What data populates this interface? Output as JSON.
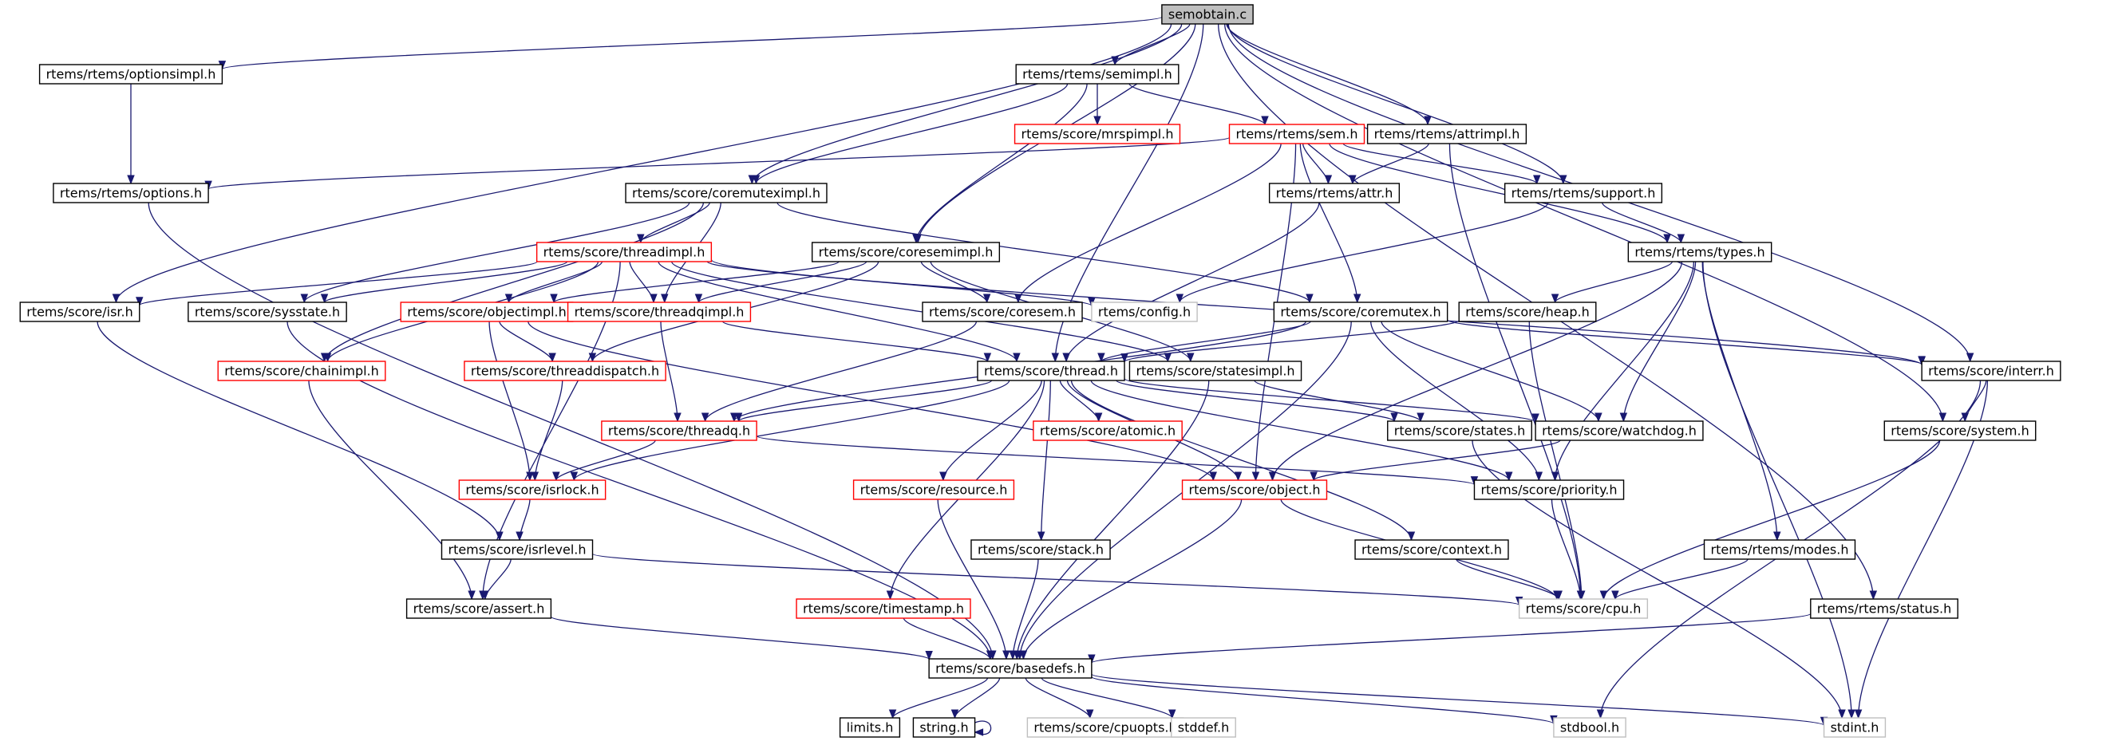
{
  "graph": {
    "colors": {
      "edge": "#191970",
      "root_fill": "#bfbfbf",
      "root_border": "#000000",
      "node_border": "#000000",
      "truncated_border": "#ff0000",
      "system_border": "#bfbfbf",
      "text": "#000000"
    },
    "nodes": [
      {
        "id": "semobtain",
        "label": "semobtain.c",
        "style": "root"
      },
      {
        "id": "optionsimpl",
        "label": "rtems/rtems/optionsimpl.h",
        "style": "normal"
      },
      {
        "id": "semimpl",
        "label": "rtems/rtems/semimpl.h",
        "style": "normal"
      },
      {
        "id": "mrspimpl",
        "label": "rtems/score/mrspimpl.h",
        "style": "truncated"
      },
      {
        "id": "sem",
        "label": "rtems/rtems/sem.h",
        "style": "truncated"
      },
      {
        "id": "attrimpl",
        "label": "rtems/rtems/attrimpl.h",
        "style": "normal"
      },
      {
        "id": "options",
        "label": "rtems/rtems/options.h",
        "style": "normal"
      },
      {
        "id": "coremuteximpl",
        "label": "rtems/score/coremuteximpl.h",
        "style": "normal"
      },
      {
        "id": "attr",
        "label": "rtems/rtems/attr.h",
        "style": "normal"
      },
      {
        "id": "support",
        "label": "rtems/rtems/support.h",
        "style": "normal"
      },
      {
        "id": "threadimpl",
        "label": "rtems/score/threadimpl.h",
        "style": "truncated"
      },
      {
        "id": "coresemimpl",
        "label": "rtems/score/coresemimpl.h",
        "style": "normal"
      },
      {
        "id": "types",
        "label": "rtems/rtems/types.h",
        "style": "normal"
      },
      {
        "id": "isr",
        "label": "rtems/score/isr.h",
        "style": "normal"
      },
      {
        "id": "sysstate",
        "label": "rtems/score/sysstate.h",
        "style": "normal"
      },
      {
        "id": "objectimpl",
        "label": "rtems/score/objectimpl.h",
        "style": "truncated"
      },
      {
        "id": "threadqimpl",
        "label": "rtems/score/threadqimpl.h",
        "style": "truncated"
      },
      {
        "id": "coresem",
        "label": "rtems/score/coresem.h",
        "style": "normal"
      },
      {
        "id": "config",
        "label": "rtems/config.h",
        "style": "system"
      },
      {
        "id": "coremutex",
        "label": "rtems/score/coremutex.h",
        "style": "normal"
      },
      {
        "id": "heap",
        "label": "rtems/score/heap.h",
        "style": "normal"
      },
      {
        "id": "chainimpl",
        "label": "rtems/score/chainimpl.h",
        "style": "truncated"
      },
      {
        "id": "threaddispatch",
        "label": "rtems/score/threaddispatch.h",
        "style": "truncated"
      },
      {
        "id": "thread",
        "label": "rtems/score/thread.h",
        "style": "normal"
      },
      {
        "id": "statesimpl",
        "label": "rtems/score/statesimpl.h",
        "style": "normal"
      },
      {
        "id": "interr",
        "label": "rtems/score/interr.h",
        "style": "normal"
      },
      {
        "id": "threadq",
        "label": "rtems/score/threadq.h",
        "style": "truncated"
      },
      {
        "id": "atomic",
        "label": "rtems/score/atomic.h",
        "style": "truncated"
      },
      {
        "id": "states",
        "label": "rtems/score/states.h",
        "style": "normal"
      },
      {
        "id": "watchdog",
        "label": "rtems/score/watchdog.h",
        "style": "normal"
      },
      {
        "id": "system",
        "label": "rtems/score/system.h",
        "style": "normal"
      },
      {
        "id": "isrlock",
        "label": "rtems/score/isrlock.h",
        "style": "truncated"
      },
      {
        "id": "resource",
        "label": "rtems/score/resource.h",
        "style": "truncated"
      },
      {
        "id": "object",
        "label": "rtems/score/object.h",
        "style": "truncated"
      },
      {
        "id": "priority",
        "label": "rtems/score/priority.h",
        "style": "normal"
      },
      {
        "id": "isrlevel",
        "label": "rtems/score/isrlevel.h",
        "style": "normal"
      },
      {
        "id": "stack",
        "label": "rtems/score/stack.h",
        "style": "normal"
      },
      {
        "id": "context",
        "label": "rtems/score/context.h",
        "style": "normal"
      },
      {
        "id": "modes",
        "label": "rtems/rtems/modes.h",
        "style": "normal"
      },
      {
        "id": "assert",
        "label": "rtems/score/assert.h",
        "style": "normal"
      },
      {
        "id": "timestamp",
        "label": "rtems/score/timestamp.h",
        "style": "truncated"
      },
      {
        "id": "cpu",
        "label": "rtems/score/cpu.h",
        "style": "system"
      },
      {
        "id": "status",
        "label": "rtems/rtems/status.h",
        "style": "normal"
      },
      {
        "id": "basedefs",
        "label": "rtems/score/basedefs.h",
        "style": "normal"
      },
      {
        "id": "limits",
        "label": "limits.h",
        "style": "normal"
      },
      {
        "id": "string",
        "label": "string.h",
        "style": "normal"
      },
      {
        "id": "cpuopts",
        "label": "rtems/score/cpuopts.h",
        "style": "system"
      },
      {
        "id": "stddef",
        "label": "stddef.h",
        "style": "system"
      },
      {
        "id": "stdbool",
        "label": "stdbool.h",
        "style": "system"
      },
      {
        "id": "stdint",
        "label": "stdint.h",
        "style": "system"
      }
    ],
    "edges": [
      [
        "semobtain",
        "optionsimpl"
      ],
      [
        "semobtain",
        "semimpl"
      ],
      [
        "semobtain",
        "attrimpl"
      ],
      [
        "semobtain",
        "coremuteximpl"
      ],
      [
        "semobtain",
        "coresemimpl"
      ],
      [
        "semobtain",
        "support"
      ],
      [
        "semobtain",
        "isr"
      ],
      [
        "semobtain",
        "thread"
      ],
      [
        "semobtain",
        "interr"
      ],
      [
        "semobtain",
        "system"
      ],
      [
        "semobtain",
        "status"
      ],
      [
        "optionsimpl",
        "options"
      ],
      [
        "semimpl",
        "mrspimpl"
      ],
      [
        "semimpl",
        "sem"
      ],
      [
        "semimpl",
        "coremuteximpl"
      ],
      [
        "semimpl",
        "coresemimpl"
      ],
      [
        "sem",
        "options"
      ],
      [
        "sem",
        "attr"
      ],
      [
        "sem",
        "support"
      ],
      [
        "sem",
        "types"
      ],
      [
        "sem",
        "coremutex"
      ],
      [
        "sem",
        "coresem"
      ],
      [
        "sem",
        "object"
      ],
      [
        "attrimpl",
        "attr"
      ],
      [
        "attrimpl",
        "cpu"
      ],
      [
        "options",
        "basedefs"
      ],
      [
        "coremuteximpl",
        "threadimpl"
      ],
      [
        "coremuteximpl",
        "coremutex"
      ],
      [
        "coremuteximpl",
        "chainimpl"
      ],
      [
        "coremuteximpl",
        "sysstate"
      ],
      [
        "coremuteximpl",
        "threadqimpl"
      ],
      [
        "attr",
        "thread"
      ],
      [
        "support",
        "types"
      ],
      [
        "support",
        "config"
      ],
      [
        "threadimpl",
        "isr"
      ],
      [
        "threadimpl",
        "sysstate"
      ],
      [
        "threadimpl",
        "objectimpl"
      ],
      [
        "threadimpl",
        "threadqimpl"
      ],
      [
        "threadimpl",
        "chainimpl"
      ],
      [
        "threadimpl",
        "config"
      ],
      [
        "threadimpl",
        "thread"
      ],
      [
        "threadimpl",
        "statesimpl"
      ],
      [
        "threadimpl",
        "interr"
      ],
      [
        "threadimpl",
        "assert"
      ],
      [
        "coresemimpl",
        "coresem"
      ],
      [
        "coresemimpl",
        "objectimpl"
      ],
      [
        "coresemimpl",
        "threadqimpl"
      ],
      [
        "coresemimpl",
        "threaddispatch"
      ],
      [
        "coresemimpl",
        "statesimpl"
      ],
      [
        "types",
        "heap"
      ],
      [
        "types",
        "watchdog"
      ],
      [
        "types",
        "object"
      ],
      [
        "types",
        "priority"
      ],
      [
        "types",
        "modes"
      ],
      [
        "types",
        "stdint"
      ],
      [
        "isr",
        "isrlevel"
      ],
      [
        "sysstate",
        "basedefs"
      ],
      [
        "objectimpl",
        "threaddispatch"
      ],
      [
        "objectimpl",
        "isrlock"
      ],
      [
        "objectimpl",
        "object"
      ],
      [
        "threadqimpl",
        "threadq"
      ],
      [
        "threadqimpl",
        "thread"
      ],
      [
        "coresem",
        "threadq"
      ],
      [
        "coremutex",
        "thread"
      ],
      [
        "coremutex",
        "threadq"
      ],
      [
        "coremutex",
        "watchdog"
      ],
      [
        "coremutex",
        "interr"
      ],
      [
        "coremutex",
        "priority"
      ],
      [
        "coremutex",
        "basedefs"
      ],
      [
        "heap",
        "thread"
      ],
      [
        "heap",
        "cpu"
      ],
      [
        "chainimpl",
        "assert"
      ],
      [
        "threaddispatch",
        "isrlock"
      ],
      [
        "thread",
        "threadq"
      ],
      [
        "thread",
        "atomic"
      ],
      [
        "thread",
        "states"
      ],
      [
        "thread",
        "watchdog"
      ],
      [
        "thread",
        "isrlock"
      ],
      [
        "thread",
        "resource"
      ],
      [
        "thread",
        "object"
      ],
      [
        "thread",
        "priority"
      ],
      [
        "thread",
        "stack"
      ],
      [
        "thread",
        "context"
      ],
      [
        "thread",
        "timestamp"
      ],
      [
        "statesimpl",
        "states"
      ],
      [
        "statesimpl",
        "basedefs"
      ],
      [
        "interr",
        "system"
      ],
      [
        "interr",
        "stdbool"
      ],
      [
        "interr",
        "stdint"
      ],
      [
        "threadq",
        "isrlock"
      ],
      [
        "threadq",
        "priority"
      ],
      [
        "states",
        "stdint"
      ],
      [
        "watchdog",
        "object"
      ],
      [
        "system",
        "cpu"
      ],
      [
        "isrlock",
        "isrlevel"
      ],
      [
        "resource",
        "basedefs"
      ],
      [
        "object",
        "basedefs"
      ],
      [
        "object",
        "cpu"
      ],
      [
        "priority",
        "cpu"
      ],
      [
        "isrlevel",
        "assert"
      ],
      [
        "isrlevel",
        "cpu"
      ],
      [
        "stack",
        "basedefs"
      ],
      [
        "context",
        "cpu"
      ],
      [
        "modes",
        "cpu"
      ],
      [
        "assert",
        "basedefs"
      ],
      [
        "timestamp",
        "basedefs"
      ],
      [
        "status",
        "basedefs"
      ],
      [
        "basedefs",
        "limits"
      ],
      [
        "basedefs",
        "string"
      ],
      [
        "basedefs",
        "cpuopts"
      ],
      [
        "basedefs",
        "stddef"
      ],
      [
        "basedefs",
        "stdbool"
      ],
      [
        "basedefs",
        "stdint"
      ],
      [
        "string",
        "string"
      ]
    ]
  }
}
